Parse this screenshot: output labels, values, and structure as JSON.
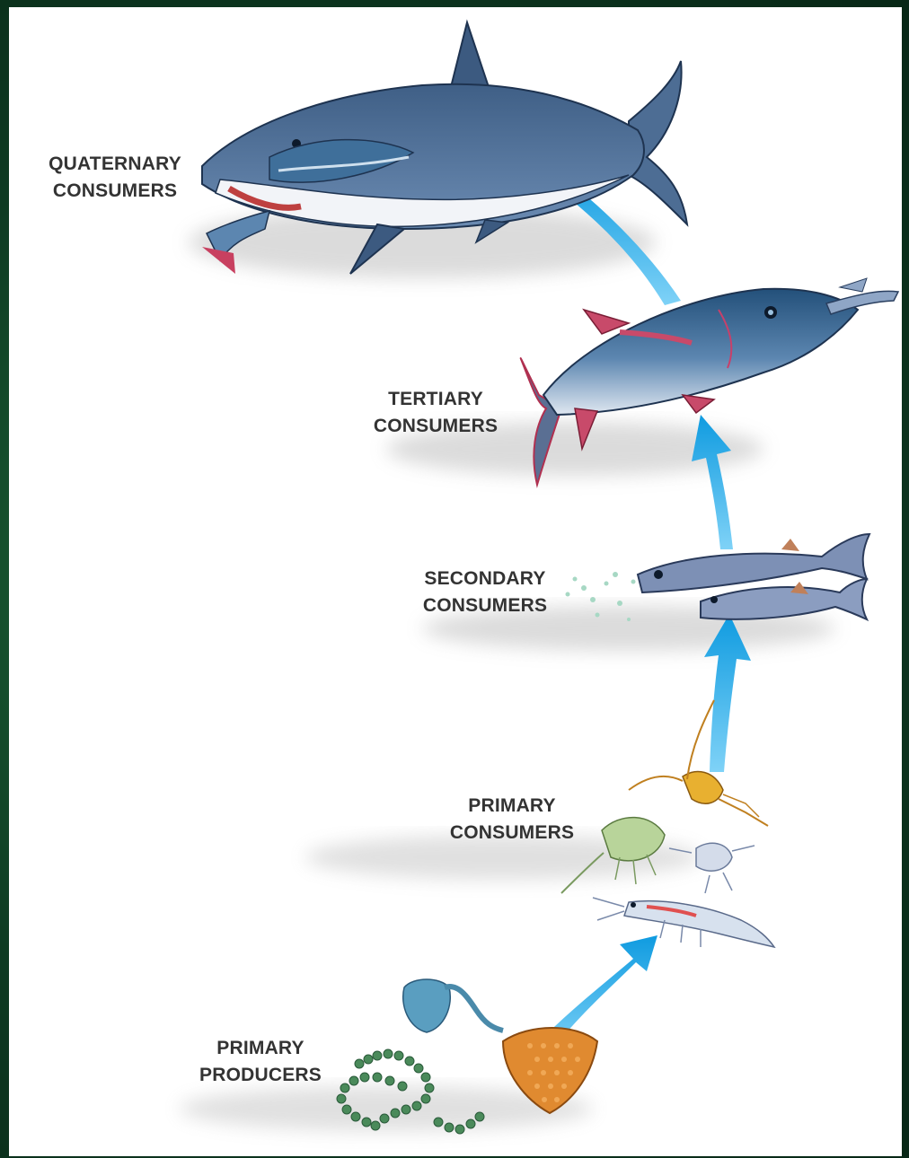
{
  "levels": {
    "quaternary": {
      "line1": "QUATERNARY",
      "line2": "CONSUMERS",
      "organism_icon": "shark-icon"
    },
    "tertiary": {
      "line1": "TERTIARY",
      "line2": "CONSUMERS",
      "organism_icon": "tuna-icon"
    },
    "secondary": {
      "line1": "SECONDARY",
      "line2": "CONSUMERS",
      "organism_icon": "small-fish-icon"
    },
    "primary_consumers": {
      "line1": "PRIMARY",
      "line2": "CONSUMERS",
      "organism_icon": "zooplankton-icon"
    },
    "primary_producers": {
      "line1": "PRIMARY",
      "line2": "PRODUCERS",
      "organism_icon": "phytoplankton-icon"
    }
  },
  "colors": {
    "background_green": "#0f3a24",
    "panel": "#ffffff",
    "label_text": "#333333",
    "arrow_blue": "#1aa3e6"
  }
}
